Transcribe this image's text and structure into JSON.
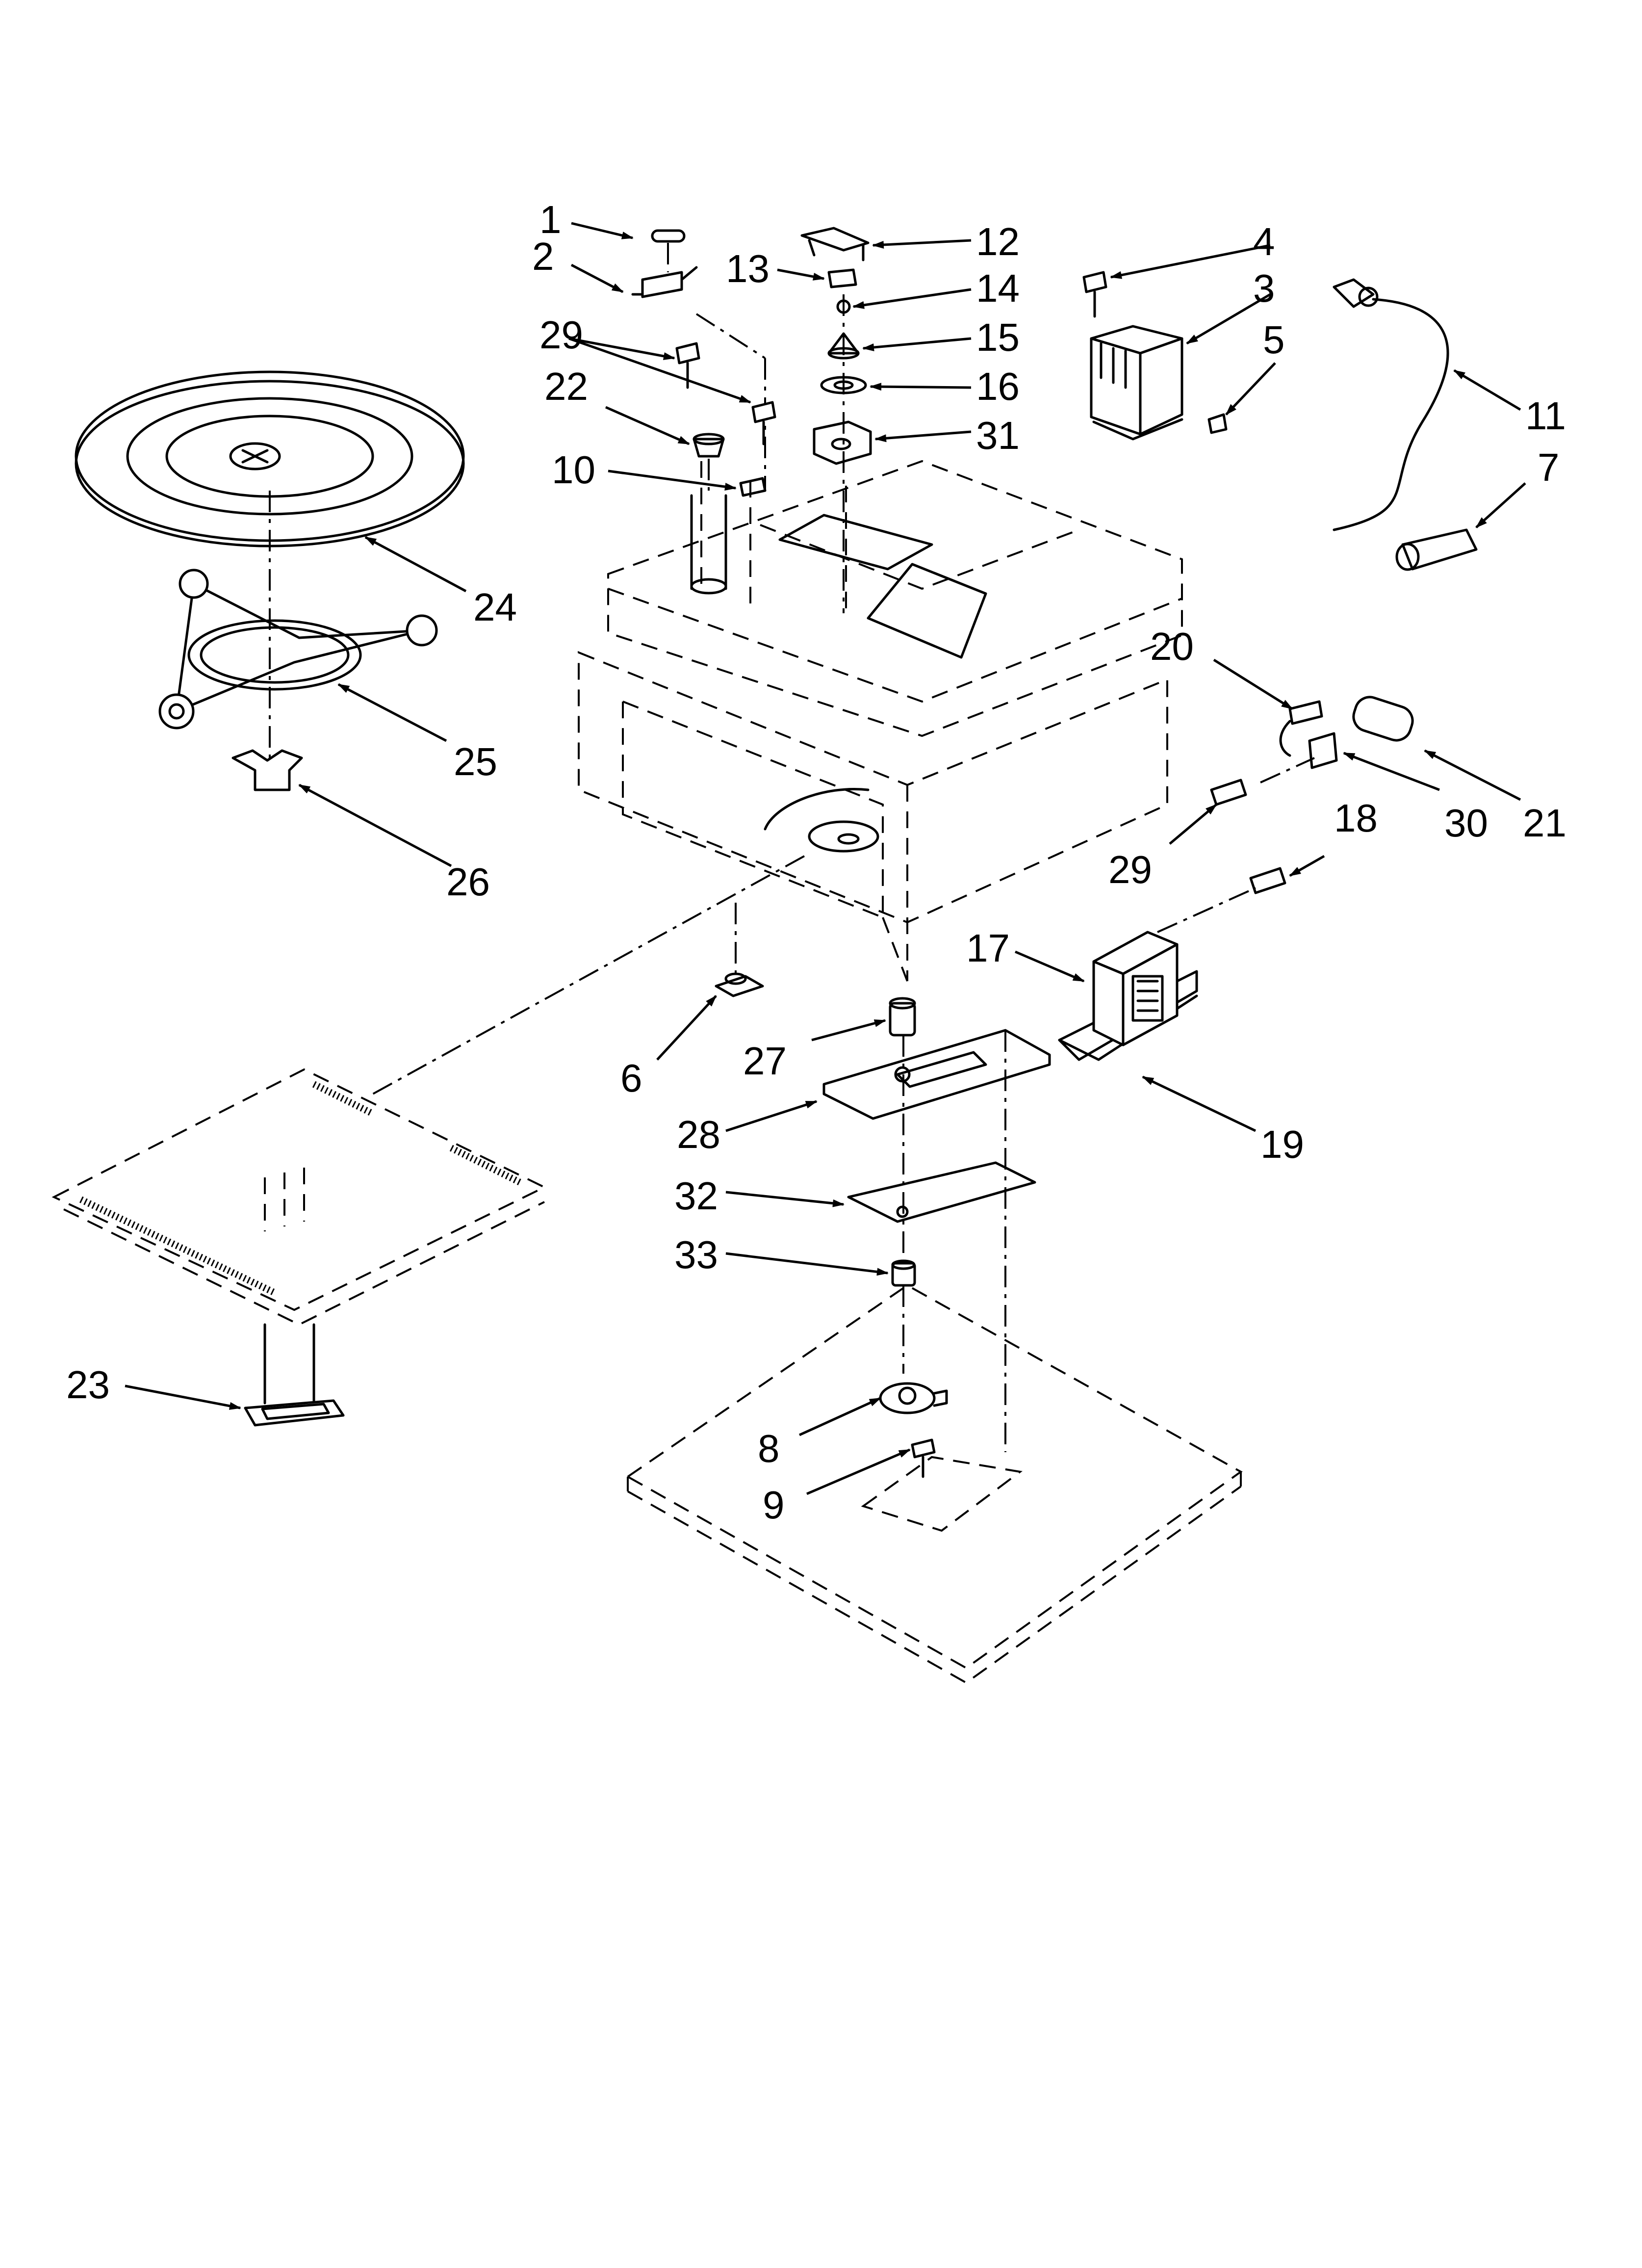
{
  "callouts": [
    "1",
    "2",
    "3",
    "4",
    "5",
    "6",
    "7",
    "8",
    "9",
    "10",
    "11",
    "12",
    "13",
    "14",
    "15",
    "16",
    "17",
    "18",
    "19",
    "20",
    "21",
    "22",
    "23",
    "24",
    "25",
    "26",
    "27",
    "28",
    "29",
    "29",
    "30",
    "31",
    "32",
    "33"
  ]
}
